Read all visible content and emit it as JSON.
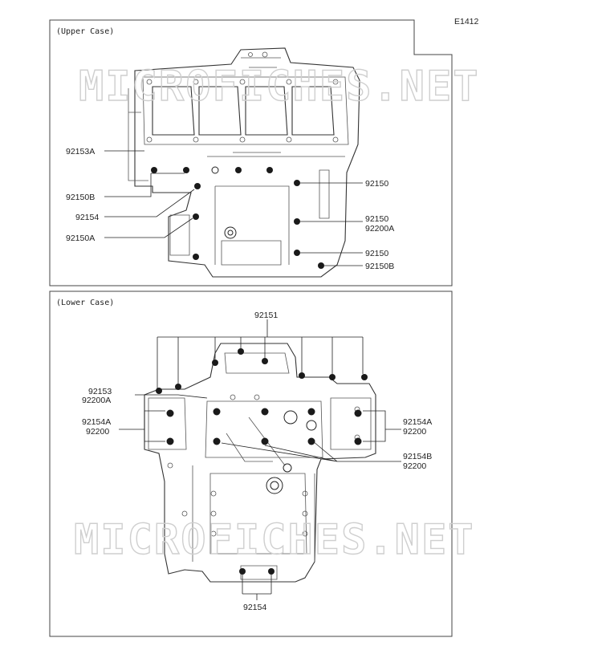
{
  "diagram_code": "E1412",
  "watermark": "MICROFICHES.NET",
  "upper_case": {
    "title": "(Upper Case)",
    "labels": {
      "l_92153A": "92153A",
      "l_92150B_left": "92150B",
      "l_92154": "92154",
      "l_92150A": "92150A",
      "r_92150_top": "92150",
      "r_92150_mid": "92150",
      "r_92200A": "92200A",
      "r_92150_low": "92150",
      "r_92150B": "92150B"
    }
  },
  "lower_case": {
    "title": "(Lower Case)",
    "labels": {
      "top_92151": "92151",
      "l_92153": "92153",
      "l_92200A": "92200A",
      "l_92154A": "92154A",
      "l_92200": "92200",
      "r_92154A": "92154A",
      "r_92200_a": "92200",
      "r_92154B": "92154B",
      "r_92200_b": "92200",
      "bottom_92154": "92154"
    }
  },
  "colors": {
    "line": "#222222",
    "watermark": "#cfcfcf"
  }
}
